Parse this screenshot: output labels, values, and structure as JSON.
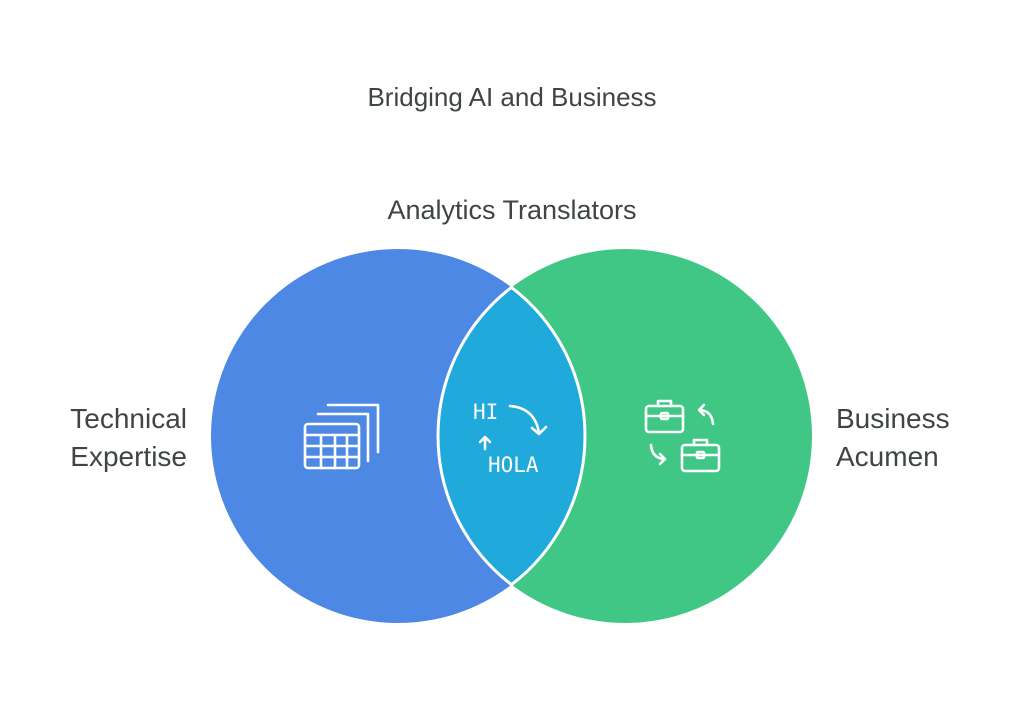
{
  "title": "Bridging AI and Business",
  "overlap_label": "Analytics Translators",
  "left": {
    "line1": "Technical",
    "line2": "Expertise",
    "icon": "spreadsheet-stack-icon"
  },
  "right": {
    "line1": "Business",
    "line2": "Acumen",
    "icon": "briefcase-exchange-icon"
  },
  "overlap_icon": {
    "name": "translate-icon",
    "word1": "HI",
    "word2": "HOLA"
  },
  "colors": {
    "left": "#4E88E5",
    "right": "#40C785",
    "overlap": "#1FAADB",
    "text": "#3f4542"
  }
}
